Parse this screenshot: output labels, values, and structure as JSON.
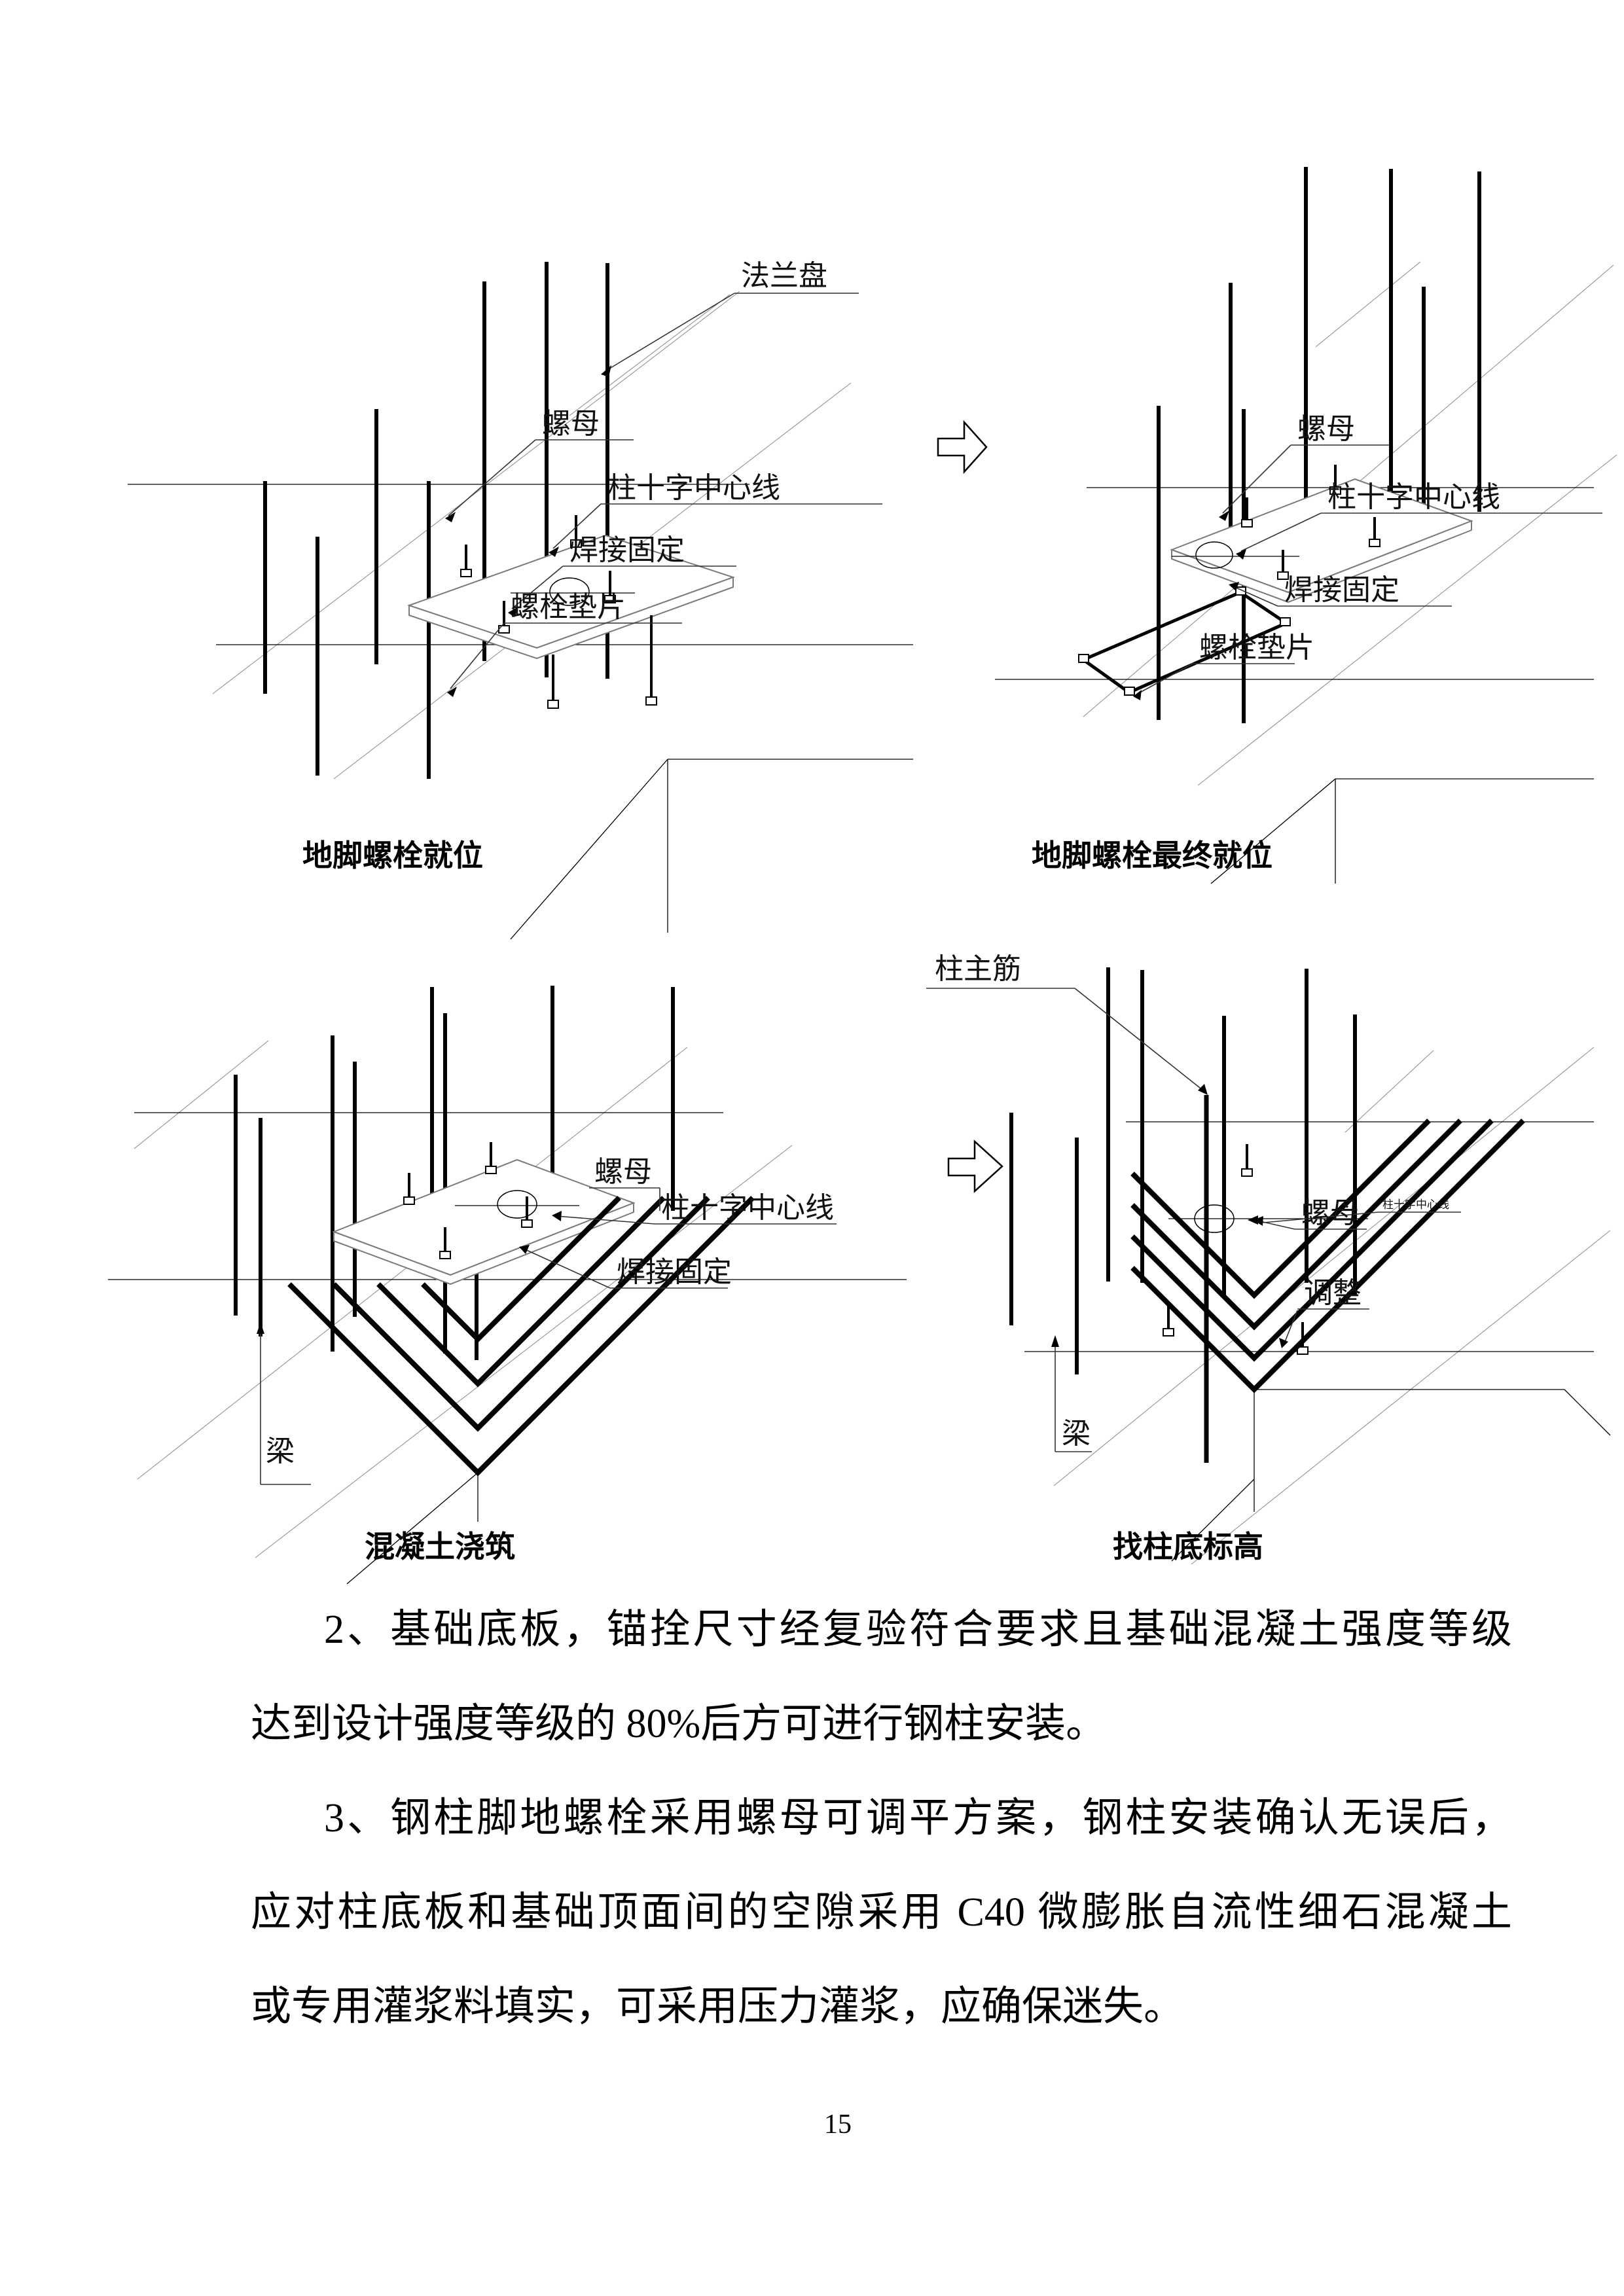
{
  "page": {
    "number": "15",
    "background": "#ffffff"
  },
  "diagram_labels": {
    "flange": "法兰盘",
    "nut": "螺母",
    "column_cross_centerline": "柱十字中心线",
    "weld_fix": "焊接固定",
    "bolt_washer": "螺栓垫片",
    "column_main_rebar": "柱主筋",
    "adjust": "调整",
    "beam": "梁"
  },
  "captions": {
    "top_left": "地脚螺栓就位",
    "top_right": "地脚螺栓最终就位",
    "bottom_left": "混凝土浇筑",
    "bottom_right": "找柱底标高"
  },
  "body": {
    "para2_line1": "2、基础底板，锚拴尺寸经复验符合要求且基础混凝土强度等级",
    "para2_line2": "达到设计强度等级的 80%后方可进行钢柱安装。",
    "para3_line1": "3、钢柱脚地螺栓采用螺母可调平方案，钢柱安装确认无误后，",
    "para3_line2": "应对柱底板和基础顶面间的空隙采用 C40 微膨胀自流性细石混凝土",
    "para3_line3": "或专用灌浆料填实，可采用压力灌浆，应确保迷失。"
  }
}
